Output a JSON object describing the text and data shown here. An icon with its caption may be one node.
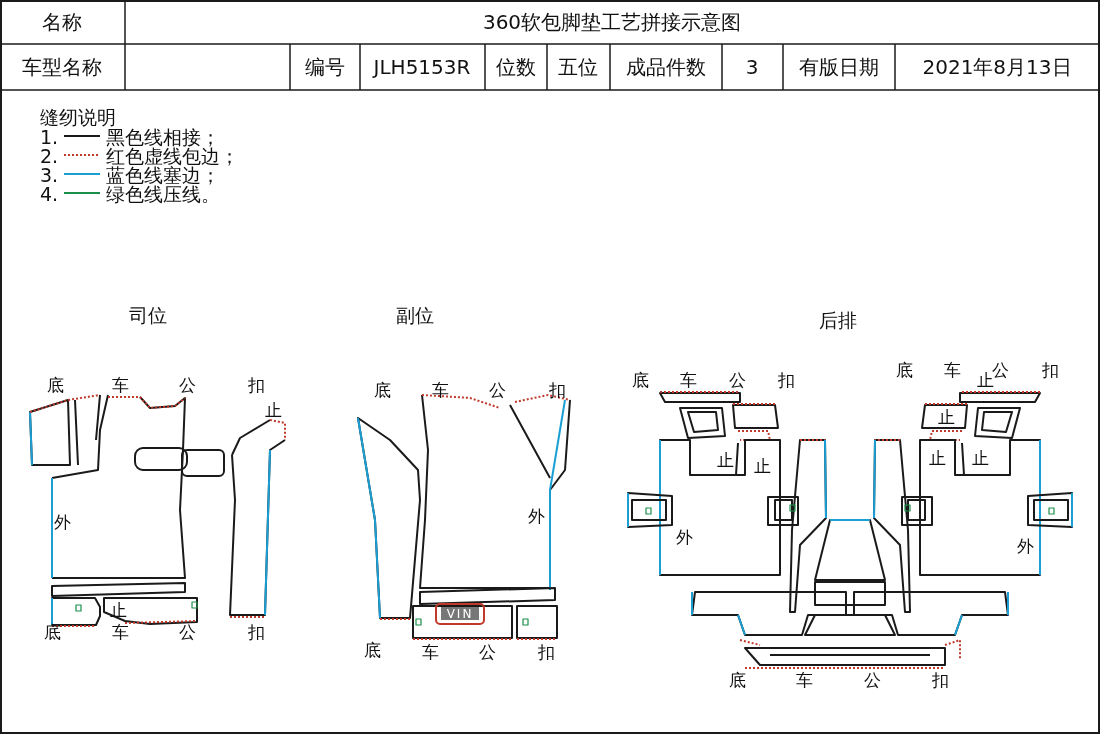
{
  "diagram": {
    "title": "360软包脚垫工艺拼接示意图",
    "labels": [
      "名称",
      "车型名称",
      "编号",
      "JLH5153R",
      "位数",
      "五位",
      "成品件数",
      "3",
      "有版日期",
      "2021年8月13日",
      "缝纫说明",
      "1.",
      "2.",
      "3.",
      "4.",
      "司位",
      "副位",
      "后排",
      "底",
      "车",
      "公",
      "扣",
      "止",
      "外",
      "止",
      "底",
      "车",
      "公",
      "扣",
      "底",
      "车",
      "公",
      "扣",
      "外",
      "VIN",
      "底",
      "车",
      "公",
      "扣",
      "底",
      "车",
      "公",
      "扣",
      "止",
      "止",
      "外",
      "底",
      "车",
      "公",
      "扣",
      "止",
      "止",
      "止",
      "止",
      "外",
      "底",
      "车",
      "公",
      "扣"
    ],
    "legend": [
      {
        "text": "黑色线相接；"
      },
      {
        "text": "红色虚线包边；"
      },
      {
        "text": "蓝色线塞边；"
      },
      {
        "text": "绿色线压线。"
      }
    ]
  }
}
